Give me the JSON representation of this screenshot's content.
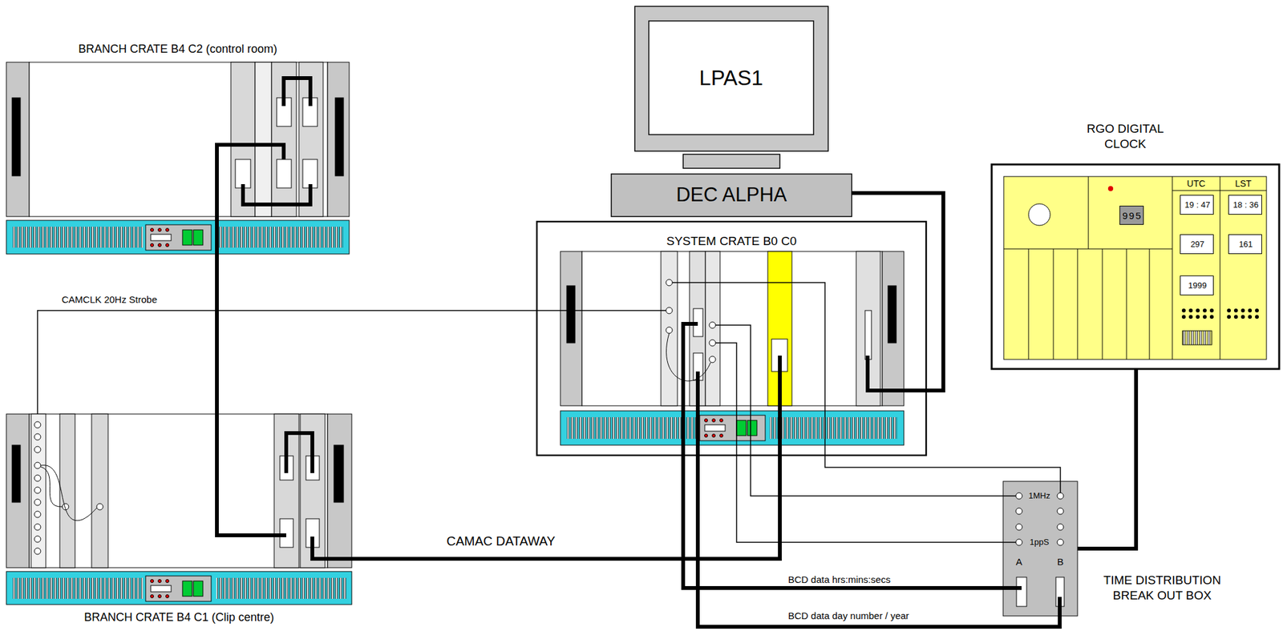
{
  "diagram": {
    "nodes": [
      {
        "text": [
          "BRANCH CRATE B4 C2 (control room)"
        ]
      },
      {
        "text": [
          "LPAS1"
        ]
      },
      {
        "text": [
          "DEC ALPHA"
        ]
      },
      {
        "text": [
          "RGO DIGITAL CLOCK"
        ]
      },
      {
        "text": [
          "995"
        ],
        "in": 3
      },
      {
        "text": [
          "19 : 47"
        ],
        "in": 3
      },
      {
        "text": [
          "18 : 36"
        ],
        "in": 3
      },
      {
        "text": [
          "297"
        ],
        "in": 3
      },
      {
        "text": [
          "161"
        ],
        "in": 3
      },
      {
        "text": [
          "1999"
        ],
        "in": 3
      },
      {
        "text": [
          "SYSTEM CRATE B0 C0"
        ]
      },
      {
        "text": [
          "BRANCH CRATE B4 C1 (Clip centre)"
        ]
      },
      {
        "text": [
          "TIME DISTRIBUTION BREAK OUT BOX"
        ]
      }
    ],
    "edges": [
      {
        "from": 11,
        "to": 0,
        "arrow": "none"
      },
      {
        "from": 2,
        "to": 10,
        "arrow": "none"
      },
      {
        "from": 11,
        "to": 10,
        "label": "CAMCLK 20Hz Strobe",
        "arrow": "none"
      },
      {
        "from": 10,
        "to": 11,
        "label": "CAMAC DATAWAY",
        "arrow": "none"
      },
      {
        "from": 3,
        "to": 12,
        "arrow": "none"
      },
      {
        "from": 12,
        "to": 10,
        "label": "BCD data hrs:mins:secs",
        "arrow": "none"
      },
      {
        "from": 12,
        "to": 10,
        "label": "BCD data day number / year",
        "arrow": "none"
      },
      {
        "from": 12,
        "to": 10,
        "arrow": "none"
      },
      {
        "from": 12,
        "to": 10,
        "arrow": "none"
      },
      {
        "from": 12,
        "to": 10,
        "arrow": "none"
      }
    ],
    "labels": [
      "UTC",
      "LST",
      "1MHz",
      "1ppS",
      "A",
      "B"
    ]
  }
}
